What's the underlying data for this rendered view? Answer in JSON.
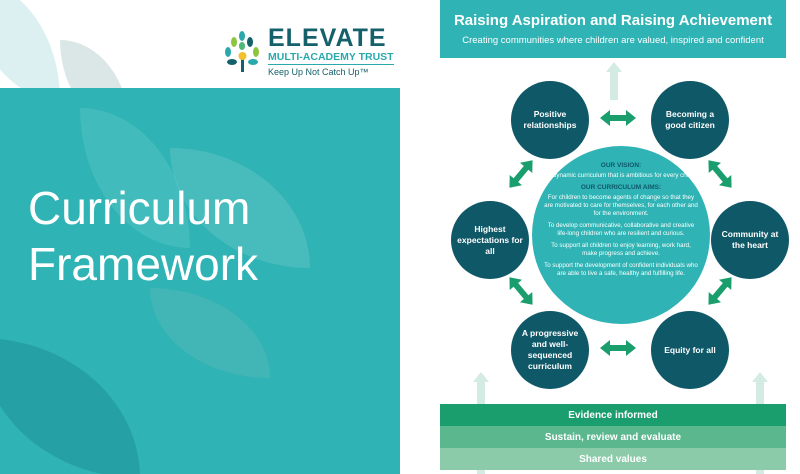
{
  "cover": {
    "brand": "ELEVATE",
    "subtitle": "MULTI-ACADEMY TRUST",
    "tagline": "Keep Up Not Catch Up™",
    "title_line1": "Curriculum",
    "title_line2": "Framework"
  },
  "header": {
    "title": "Raising Aspiration and Raising Achievement",
    "subtitle": "Creating communities where children are valued, inspired and confident"
  },
  "nodes": [
    "Positive relationships",
    "Becoming a good citizen",
    "Community at the heart",
    "Equity for all",
    "A progressive and well-sequenced curriculum",
    "Highest expectations for all"
  ],
  "center": {
    "vision_heading": "OUR VISION:",
    "vision": "A dynamic curriculum that is ambitious for every child.",
    "aims_heading": "OUR CURRICULUM AIMS:",
    "aims": [
      "For children to become agents of change so that they are motivated to care for themselves, for each other and for the environment.",
      "To develop communicative, collaborative and creative life-long children who are resilient and curious.",
      "To support all children to enjoy learning, work hard, make progress and achieve.",
      "To support the development of confident individuals who are able to live a safe, healthy and fulfilling life."
    ]
  },
  "bands": [
    "Evidence informed",
    "Sustain, review and evaluate",
    "Shared values"
  ],
  "colors": {
    "teal": "#2fb3b4",
    "dark": "#0f5868",
    "green": "#1a9e6e"
  }
}
